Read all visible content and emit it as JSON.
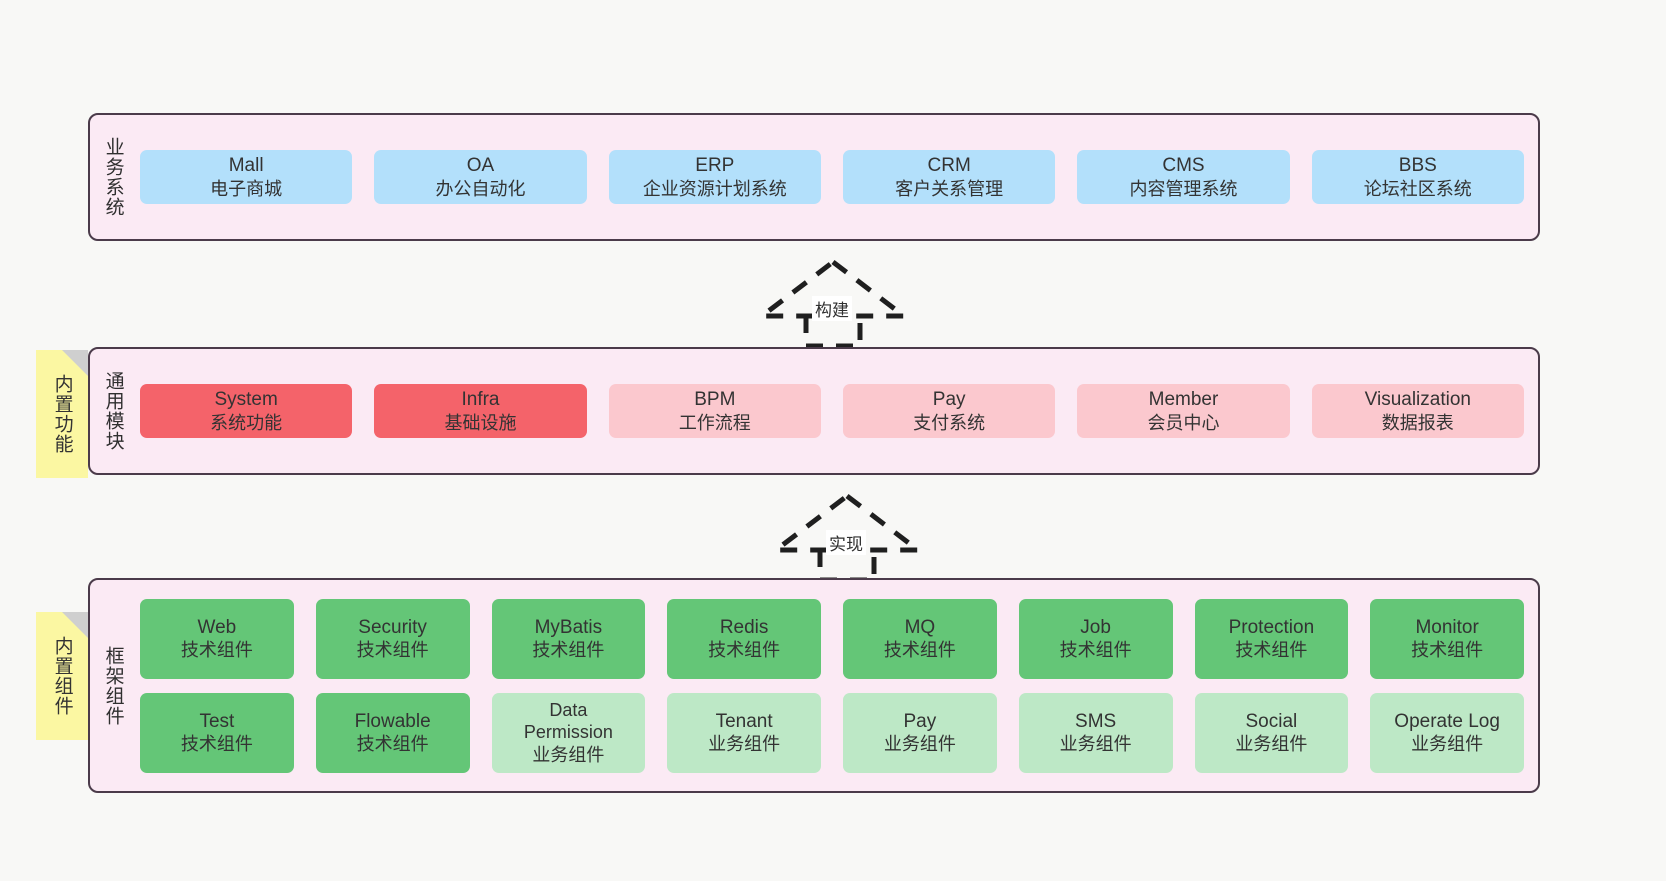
{
  "diagram": {
    "background": "#f8f8f6",
    "layer_fill": "#fbeaf4",
    "layer_border": "#4b3b4a",
    "note_fill": "#fbf7a2"
  },
  "layers": [
    {
      "id": "business-systems",
      "title": "业务系统",
      "rows": [
        {
          "cells": [
            {
              "t1": "Mall",
              "t2": "电子商城",
              "color": "#b3e0fb"
            },
            {
              "t1": "OA",
              "t2": "办公自动化",
              "color": "#b3e0fb"
            },
            {
              "t1": "ERP",
              "t2": "企业资源计划系统",
              "color": "#b3e0fb"
            },
            {
              "t1": "CRM",
              "t2": "客户关系管理",
              "color": "#b3e0fb"
            },
            {
              "t1": "CMS",
              "t2": "内容管理系统",
              "color": "#b3e0fb"
            },
            {
              "t1": "BBS",
              "t2": "论坛社区系统",
              "color": "#b3e0fb"
            }
          ]
        }
      ]
    },
    {
      "id": "common-modules",
      "title": "通用模块",
      "note": "内置功能",
      "rows": [
        {
          "cells": [
            {
              "t1": "System",
              "t2": "系统功能",
              "color": "#f4636a"
            },
            {
              "t1": "Infra",
              "t2": "基础设施",
              "color": "#f4636a"
            },
            {
              "t1": "BPM",
              "t2": "工作流程",
              "color": "#fbc8ce"
            },
            {
              "t1": "Pay",
              "t2": "支付系统",
              "color": "#fbc8ce"
            },
            {
              "t1": "Member",
              "t2": "会员中心",
              "color": "#fbc8ce"
            },
            {
              "t1": "Visualization",
              "t2": "数据报表",
              "color": "#fbc8ce"
            }
          ]
        }
      ]
    },
    {
      "id": "framework-components",
      "title": "框架组件",
      "note": "内置组件",
      "rows": [
        {
          "cells": [
            {
              "t1": "Web",
              "t2": "技术组件",
              "color": "#64c677"
            },
            {
              "t1": "Security",
              "t2": "技术组件",
              "color": "#64c677"
            },
            {
              "t1": "MyBatis",
              "t2": "技术组件",
              "color": "#64c677"
            },
            {
              "t1": "Redis",
              "t2": "技术组件",
              "color": "#64c677"
            },
            {
              "t1": "MQ",
              "t2": "技术组件",
              "color": "#64c677"
            },
            {
              "t1": "Job",
              "t2": "技术组件",
              "color": "#64c677"
            },
            {
              "t1": "Protection",
              "t2": "技术组件",
              "color": "#64c677"
            },
            {
              "t1": "Monitor",
              "t2": "技术组件",
              "color": "#64c677"
            }
          ]
        },
        {
          "cells": [
            {
              "t1": "Test",
              "t2": "技术组件",
              "color": "#64c677"
            },
            {
              "t1": "Flowable",
              "t2": "技术组件",
              "color": "#64c677"
            },
            {
              "t1": "Data",
              "t2": "Permission",
              "t3": "业务组件",
              "color": "#bde8c6"
            },
            {
              "t1": "Tenant",
              "t2": "业务组件",
              "color": "#bde8c6"
            },
            {
              "t1": "Pay",
              "t2": "业务组件",
              "color": "#bde8c6"
            },
            {
              "t1": "SMS",
              "t2": "业务组件",
              "color": "#bde8c6"
            },
            {
              "t1": "Social",
              "t2": "业务组件",
              "color": "#bde8c6"
            },
            {
              "t1": "Operate Log",
              "t2": "业务组件",
              "color": "#bde8c6"
            }
          ]
        }
      ]
    }
  ],
  "arrows": [
    {
      "id": "build-arrow",
      "label": "构建"
    },
    {
      "id": "implement-arrow",
      "label": "实现"
    }
  ]
}
